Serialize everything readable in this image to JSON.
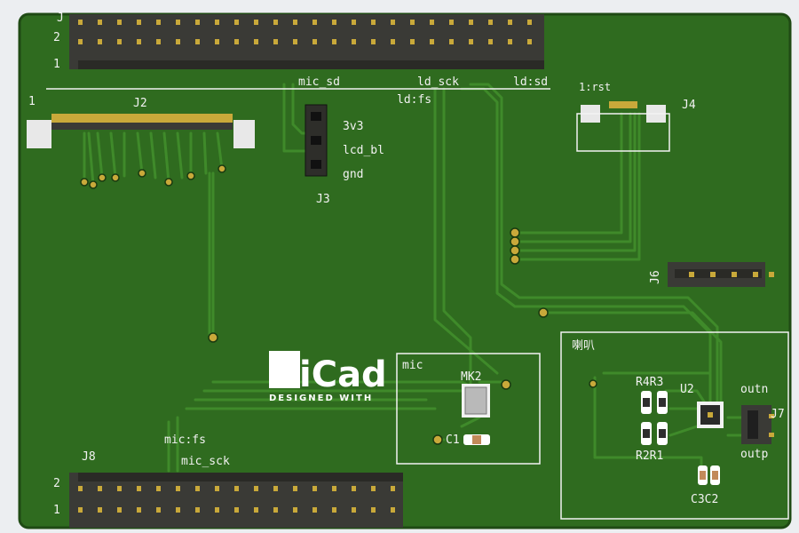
{
  "colors": {
    "background": "#eceef1",
    "board": "#2f6b1f",
    "board_edge": "#1f4a14",
    "trace": "#3f8a2a",
    "silkscreen": "#f2f2f2",
    "pad": "#c9a93a",
    "header_body": "#3a3a36"
  },
  "logo": {
    "main": "KiCad",
    "tagline": "DESIGNED WITH"
  },
  "labels": {
    "top_pin_1": "1",
    "top_pin_2": "2",
    "top_pin_j": "J",
    "j2_pin": "1",
    "j2_ref": "J2",
    "mic_sd": "mic_sd",
    "ld_sck": "ld_sck",
    "ld_sd": "ld:sd",
    "ld_fs": "ld:fs",
    "rst": "1:rst",
    "j4_ref": "J4",
    "j3_3v3": "3v3",
    "j3_lcd_bl": "lcd_bl",
    "j3_gnd": "gnd",
    "j3_ref": "J3",
    "j6_ref": "J6",
    "speaker": "喇叭",
    "mic": "mic",
    "mk2_ref": "MK2",
    "c1_ref": "C1",
    "r4r3": "R4R3",
    "u2_ref": "U2",
    "outn": "outn",
    "j7_ref": "J7",
    "outp": "outp",
    "r2r1": "R2R1",
    "c3c2": "C3C2",
    "mic_fs": "mic:fs",
    "mic_sck": "mic_sck",
    "j8_ref": "J8",
    "bottom_pin_2": "2",
    "bottom_pin_1": "1"
  }
}
